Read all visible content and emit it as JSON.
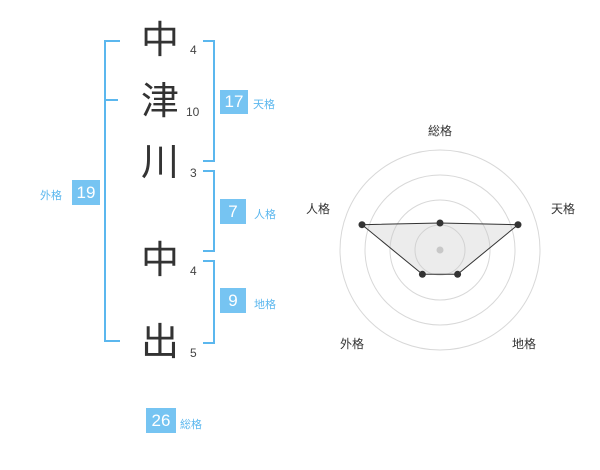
{
  "name": {
    "chars": [
      {
        "char": "中",
        "strokes": "4"
      },
      {
        "char": "津",
        "strokes": "10"
      },
      {
        "char": "川",
        "strokes": "3"
      },
      {
        "char": "中",
        "strokes": "4"
      },
      {
        "char": "出",
        "strokes": "5"
      }
    ]
  },
  "fortune": {
    "tenkaku": {
      "value": "17",
      "label": "天格"
    },
    "jinkaku": {
      "value": "7",
      "label": "人格"
    },
    "chikaku": {
      "value": "9",
      "label": "地格"
    },
    "gaikaku": {
      "value": "19",
      "label": "外格"
    },
    "soukaku": {
      "value": "26",
      "label": "総格"
    }
  },
  "colors": {
    "accent": "#76c4f2",
    "bracket": "#5bb7ee"
  },
  "chart_data": {
    "type": "radar",
    "axes": [
      "総格",
      "天格",
      "地格",
      "外格",
      "人格"
    ],
    "values": [
      0.27,
      0.82,
      0.3,
      0.3,
      0.82
    ],
    "rlim": [
      0,
      1
    ],
    "rings": 4
  }
}
